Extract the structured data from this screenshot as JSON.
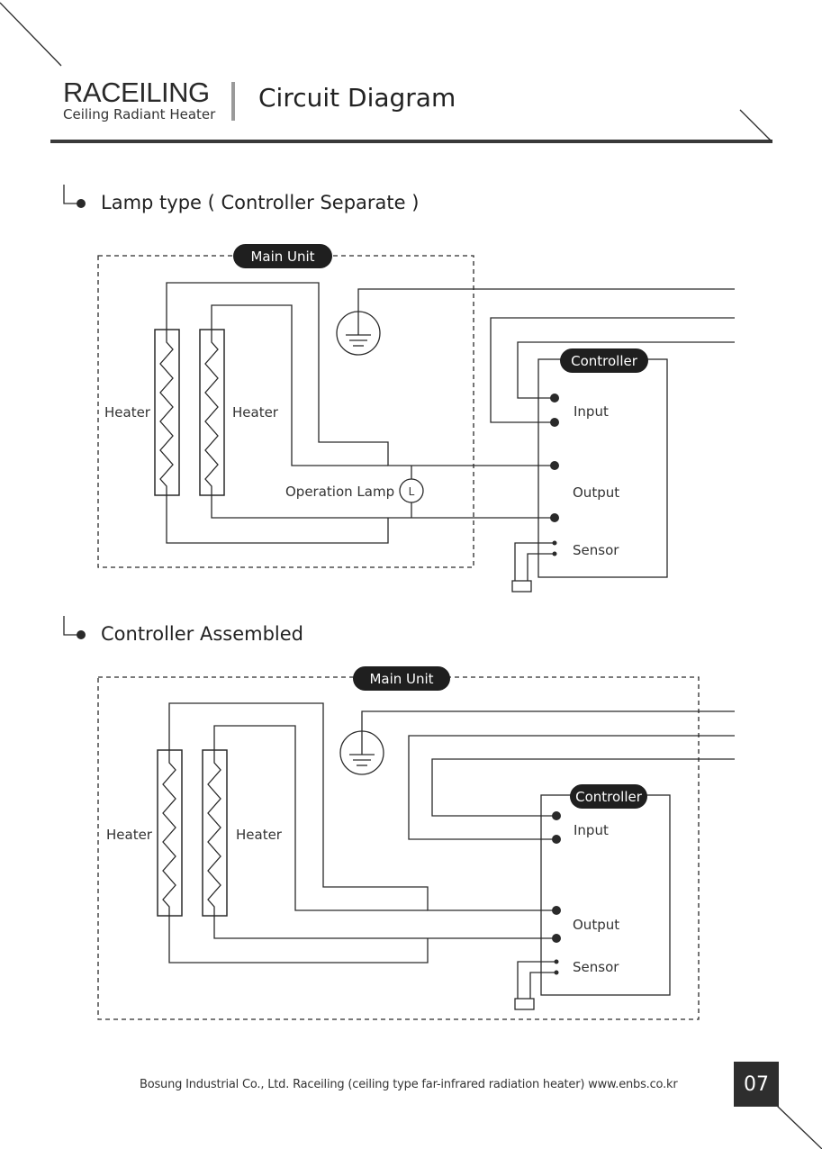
{
  "header": {
    "brand_name": "RACEILING",
    "brand_subtitle": "Ceiling Radiant Heater",
    "page_title": "Circuit Diagram"
  },
  "sections": [
    {
      "title": "Lamp type ( Controller Separate )",
      "main_unit_label": "Main Unit",
      "controller_label": "Controller",
      "heater_labels": [
        "Heater",
        "Heater"
      ],
      "operation_lamp_label": "Operation Lamp",
      "lamp_symbol": "L",
      "terminals": {
        "input": "Input",
        "output": "Output",
        "sensor": "Sensor"
      }
    },
    {
      "title": "Controller Assembled",
      "main_unit_label": "Main Unit",
      "controller_label": "Controller",
      "heater_labels": [
        "Heater",
        "Heater"
      ],
      "terminals": {
        "input": "Input",
        "output": "Output",
        "sensor": "Sensor"
      }
    }
  ],
  "footer": {
    "text": "Bosung Industrial Co., Ltd. Raceiling (ceiling type far-infrared radiation heater) www.enbs.co.kr",
    "page_number": "07"
  }
}
